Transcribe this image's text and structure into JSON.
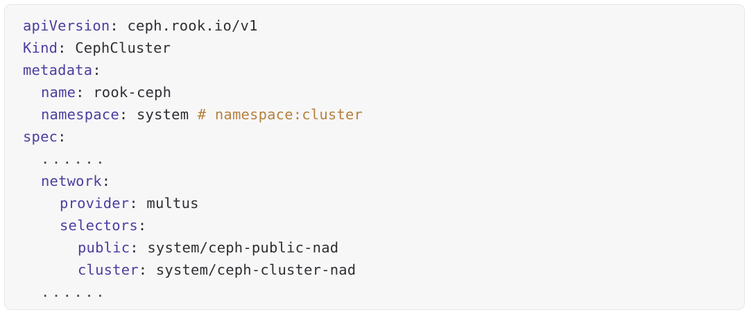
{
  "document": {
    "type": "yaml-code-block",
    "language": "yaml",
    "colors": {
      "page_background": "#ffffff",
      "block_background": "#f7f7f8",
      "block_border": "#e6e6e8",
      "key": "#4b3f9e",
      "value": "#2f2f33",
      "punctuation": "#2b2b30",
      "comment": "#b5813f",
      "ellipsis": "#4a4a50"
    }
  },
  "code": {
    "lines": [
      {
        "indent": 0,
        "key": "apiVersion",
        "colon": ":",
        "value": "ceph.rook.io/v1",
        "comment": ""
      },
      {
        "indent": 0,
        "key": "Kind",
        "colon": ":",
        "value": "CephCluster",
        "comment": ""
      },
      {
        "indent": 0,
        "key": "metadata",
        "colon": ":",
        "value": "",
        "comment": ""
      },
      {
        "indent": 1,
        "key": "name",
        "colon": ":",
        "value": "rook-ceph",
        "comment": ""
      },
      {
        "indent": 1,
        "key": "namespace",
        "colon": ":",
        "value": "system",
        "comment": "# namespace:cluster"
      },
      {
        "indent": 0,
        "key": "spec",
        "colon": ":",
        "value": "",
        "comment": ""
      },
      {
        "indent": 1,
        "ellipsis": "......"
      },
      {
        "indent": 1,
        "key": "network",
        "colon": ":",
        "value": "",
        "comment": ""
      },
      {
        "indent": 2,
        "key": "provider",
        "colon": ":",
        "value": "multus",
        "comment": ""
      },
      {
        "indent": 2,
        "key": "selectors",
        "colon": ":",
        "value": "",
        "comment": ""
      },
      {
        "indent": 3,
        "key": "public",
        "colon": ":",
        "value": "system/ceph-public-nad",
        "comment": ""
      },
      {
        "indent": 3,
        "key": "cluster",
        "colon": ":",
        "value": "system/ceph-cluster-nad",
        "comment": ""
      },
      {
        "indent": 1,
        "ellipsis": "......"
      }
    ]
  }
}
